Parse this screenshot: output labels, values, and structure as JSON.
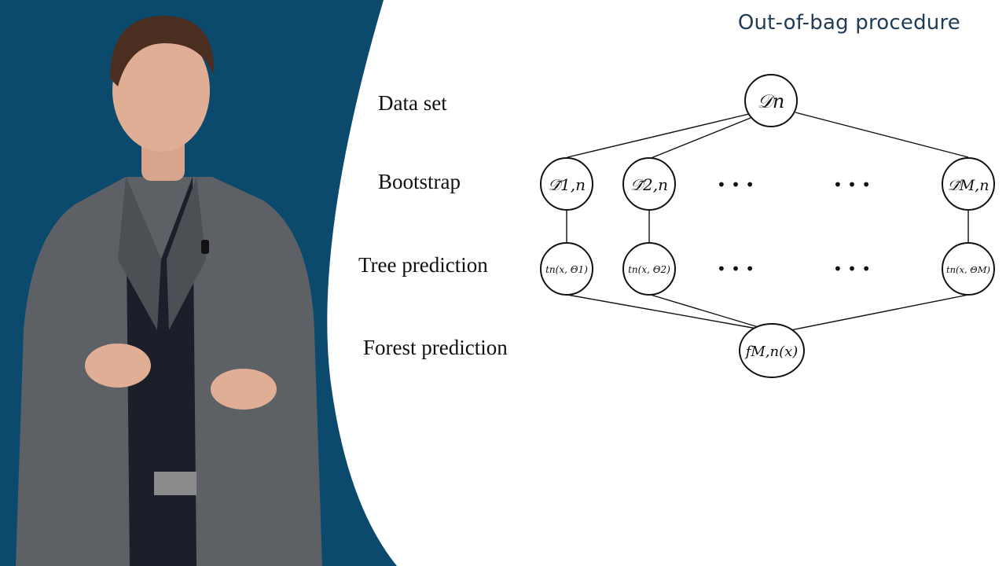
{
  "slide": {
    "title": "Out-of-bag procedure",
    "colors": {
      "panel": "#0b4a6c",
      "title": "#1f3b57",
      "ink": "#111111"
    }
  },
  "diagram": {
    "row_labels": {
      "data_set": "Data set",
      "bootstrap": "Bootstrap",
      "tree_prediction": "Tree prediction",
      "forest_prediction": "Forest prediction"
    },
    "nodes": {
      "dataset": "𝒟n",
      "bootstrap_1": "𝒟̃1,n",
      "bootstrap_2": "𝒟̃2,n",
      "bootstrap_m": "𝒟̃M,n",
      "tree_1": "tn(x, Θ1)",
      "tree_2": "tn(x, Θ2)",
      "tree_m": "tn(x, ΘM)",
      "forest": "fM,n(x)"
    },
    "ellipsis": "• • •"
  }
}
